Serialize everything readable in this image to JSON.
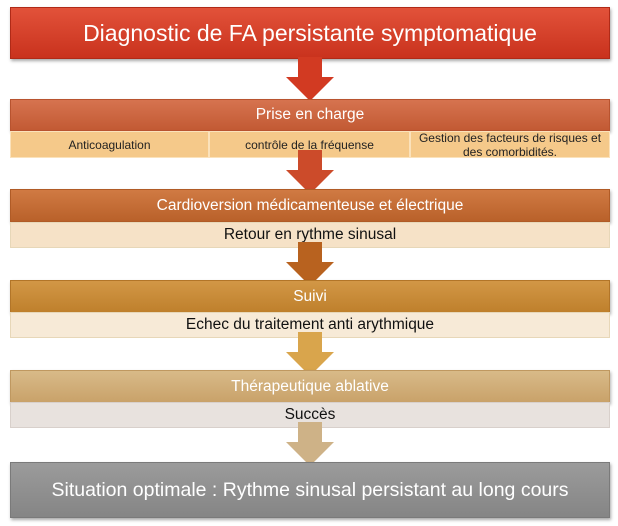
{
  "title": "Diagnostic de FA persistante symptomatique",
  "sections": [
    {
      "heading": "Prise en charge",
      "columns": [
        "Anticoagulation",
        "contrôle de la fréquense",
        "Gestion des facteurs de risques et des comorbidités."
      ]
    },
    {
      "heading": "Cardioversion médicamenteuse et électrique",
      "detail": "Retour en rythme sinusal"
    },
    {
      "heading": "Suivi",
      "detail": "Echec du traitement anti arythmique"
    },
    {
      "heading": "Thérapeutique ablative",
      "detail": "Succès"
    }
  ],
  "result": "Situation optimale : Rythme sinusal persistant au long cours",
  "colors": {
    "title": "#d8412a",
    "arrow_1": "#d23a22",
    "arrow_2": "#cc4b2a",
    "arrow_3": "#b8621f",
    "arrow_4": "#d9a54c",
    "arrow_5": "#ceb287",
    "result": "#8f8f8f"
  }
}
